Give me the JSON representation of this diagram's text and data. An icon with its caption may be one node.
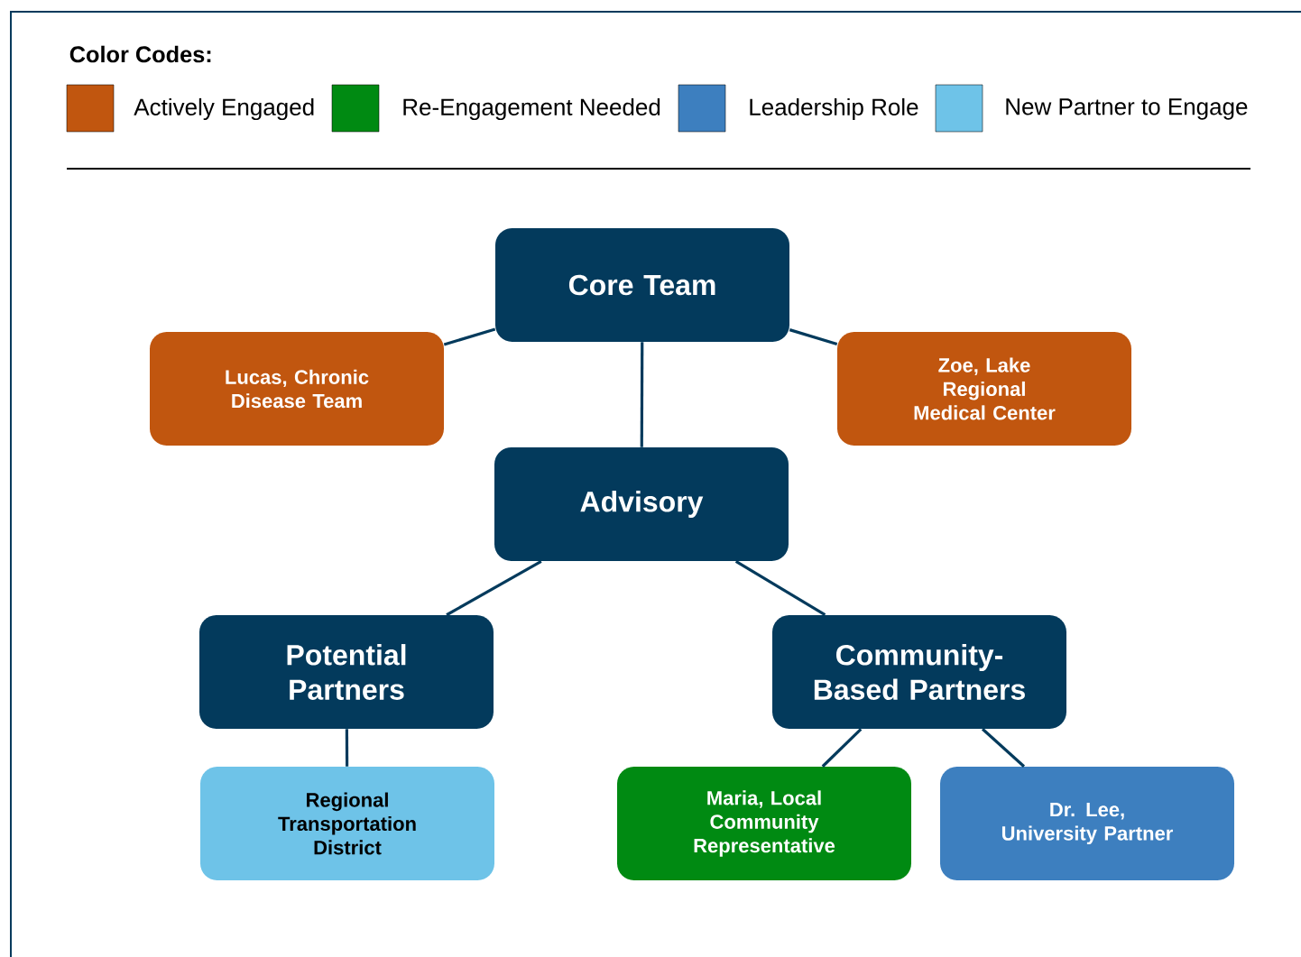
{
  "diagram": {
    "title": "Color Codes:",
    "nodes": [
      {
        "text": [
          "Core Team"
        ]
      },
      {
        "text": [
          "Lucas, Chronic Disease Team"
        ]
      },
      {
        "text": [
          "Zoe, Lake Regional Medical Center"
        ]
      },
      {
        "text": [
          "Advisory"
        ]
      },
      {
        "text": [
          "Potential Partners"
        ]
      },
      {
        "text": [
          "Community-Based Partners"
        ]
      },
      {
        "text": [
          "Regional Transportation District"
        ]
      },
      {
        "text": [
          "Maria, Local Community Representative"
        ]
      },
      {
        "text": [
          "Dr. Lee, University Partner"
        ]
      }
    ],
    "edges": [
      {
        "from": 0,
        "to": 1,
        "arrow": "none"
      },
      {
        "from": 0,
        "to": 2,
        "arrow": "none"
      },
      {
        "from": 0,
        "to": 3,
        "arrow": "none"
      },
      {
        "from": 3,
        "to": 4,
        "arrow": "none"
      },
      {
        "from": 3,
        "to": 5,
        "arrow": "none"
      },
      {
        "from": 4,
        "to": 6,
        "arrow": "none"
      },
      {
        "from": 5,
        "to": 7,
        "arrow": "none"
      },
      {
        "from": 5,
        "to": 8,
        "arrow": "none"
      }
    ],
    "legend": [
      {
        "text": "Actively Engaged",
        "color": "#c1560f"
      },
      {
        "text": "Re-Engagement Needed",
        "color": "#008a12"
      },
      {
        "text": "Leadership Role",
        "color": "#3d7fbf"
      },
      {
        "text": "New Partner to Engage",
        "color": "#6ec3e8"
      }
    ]
  }
}
